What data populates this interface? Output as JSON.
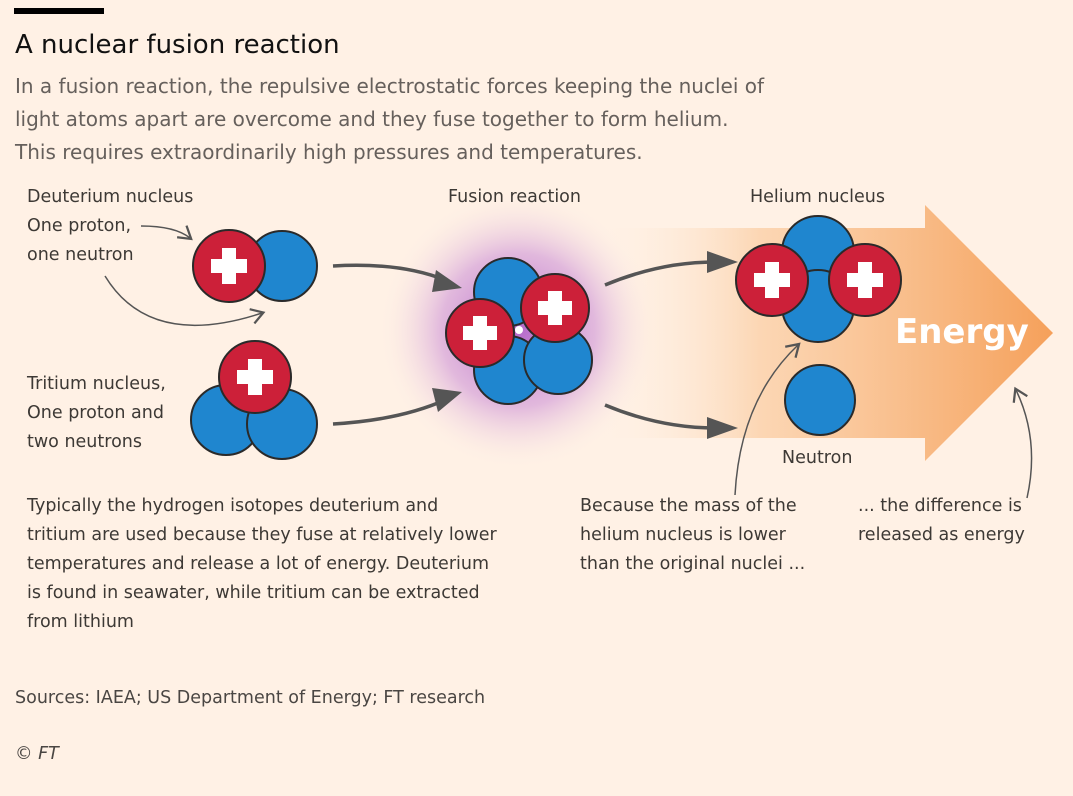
{
  "title": "A nuclear fusion reaction",
  "subtitle": "In a fusion reaction, the repulsive electrostatic forces keeping the nuclei of light atoms apart are overcome and they fuse together to form helium. This requires extraordinarily high pressures and temperatures.",
  "labels": {
    "deuterium_title": "Deuterium nucleus",
    "deuterium_desc": "One proton,\none neutron",
    "tritium_desc": "Tritium nucleus,\nOne proton and\ntwo neutrons",
    "fusion": "Fusion reaction",
    "helium": "Helium nucleus",
    "neutron": "Neutron",
    "energy": "Energy"
  },
  "notes": {
    "isotopes": "Typically the hydrogen isotopes deuterium and\ntritium are used because they fuse at relatively lower\ntemperatures and release a lot of energy. Deuterium\nis found in seawater, while tritium can be extracted\nfrom lithium",
    "mass": "Because the mass of the\nhelium nucleus is lower\nthan the original nuclei ...",
    "difference": "... the difference is\nreleased as energy"
  },
  "footer": {
    "sources": "Sources: IAEA; US Department of Energy; FT research",
    "copyright": "© FT"
  },
  "colors": {
    "background": "#fff1e5",
    "neutron": "#1f86cf",
    "proton": "#cc2039",
    "energy_arrow": "#f5a05a",
    "glow": "#b566c8"
  },
  "icons": {
    "proton": "plus-in-red-circle",
    "neutron": "blue-circle"
  }
}
